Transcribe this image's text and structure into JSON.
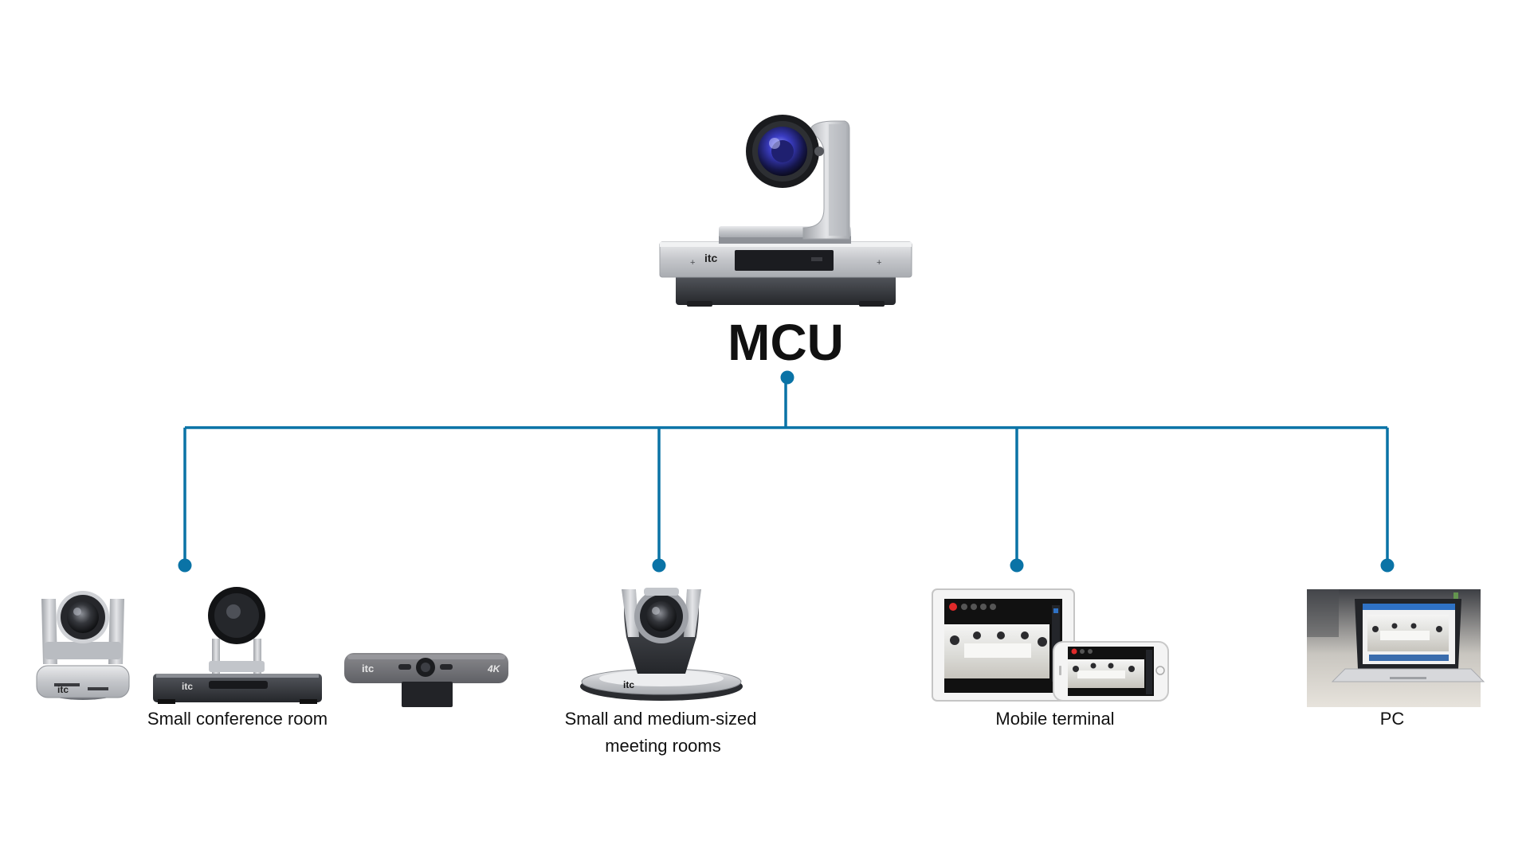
{
  "diagram": {
    "hub": {
      "label": "MCU",
      "brand": "itc"
    },
    "colors": {
      "connector": "#0a73a6",
      "text": "#111111",
      "device_silver": "#c9cbce",
      "device_dark": "#3b3d42",
      "lens_blue": "#3a3bb0"
    },
    "endpoints": [
      {
        "id": "small-conference-room",
        "label": "Small conference room",
        "label_lines": [
          "Small conference room"
        ],
        "devices": [
          "ptz-camera",
          "speaker-camera-base",
          "usb-bar-camera"
        ],
        "bar_camera_mark": "4K"
      },
      {
        "id": "small-medium-meeting-rooms",
        "label": "Small and medium-sized meeting rooms",
        "label_lines": [
          "Small and medium-sized",
          "meeting rooms"
        ],
        "devices": [
          "hd-ptz-camera"
        ]
      },
      {
        "id": "mobile-terminal",
        "label": "Mobile terminal",
        "label_lines": [
          "Mobile terminal"
        ],
        "devices": [
          "tablet",
          "smartphone"
        ]
      },
      {
        "id": "pc",
        "label": "PC",
        "label_lines": [
          "PC"
        ],
        "devices": [
          "laptop"
        ]
      }
    ]
  }
}
